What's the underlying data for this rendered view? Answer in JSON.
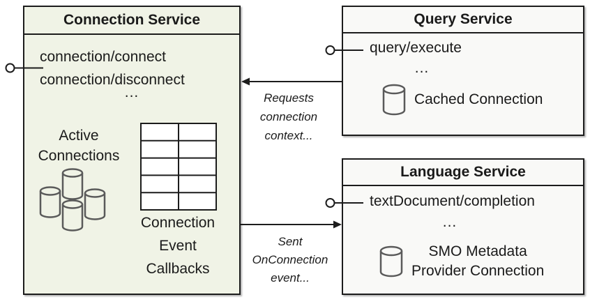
{
  "colors": {
    "connection-fill": "#f0f3e6",
    "service-fill": "#f9f9f7",
    "border": "#1c1c1c",
    "cylinder-stroke": "#5a5a5a",
    "text": "#1a1a1a"
  },
  "connection_service": {
    "title": "Connection Service",
    "methods": [
      "connection/connect",
      "connection/disconnect"
    ],
    "ellipsis": "...",
    "active_connections": {
      "line1": "Active",
      "line2": "Connections"
    },
    "callbacks": {
      "line1": "Connection",
      "line2": "Event",
      "line3": "Callbacks"
    }
  },
  "query_service": {
    "title": "Query Service",
    "method": "query/execute",
    "ellipsis": "...",
    "cached_connection_label": "Cached Connection"
  },
  "language_service": {
    "title": "Language Service",
    "method": "textDocument/completion",
    "ellipsis": "...",
    "smo": {
      "line1": "SMO Metadata",
      "line2": "Provider Connection"
    }
  },
  "arrows": {
    "requests": {
      "line1": "Requests",
      "line2": "connection",
      "line3": "context..."
    },
    "sent": {
      "line1": "Sent",
      "line2": "OnConnection",
      "line3": "event..."
    }
  }
}
